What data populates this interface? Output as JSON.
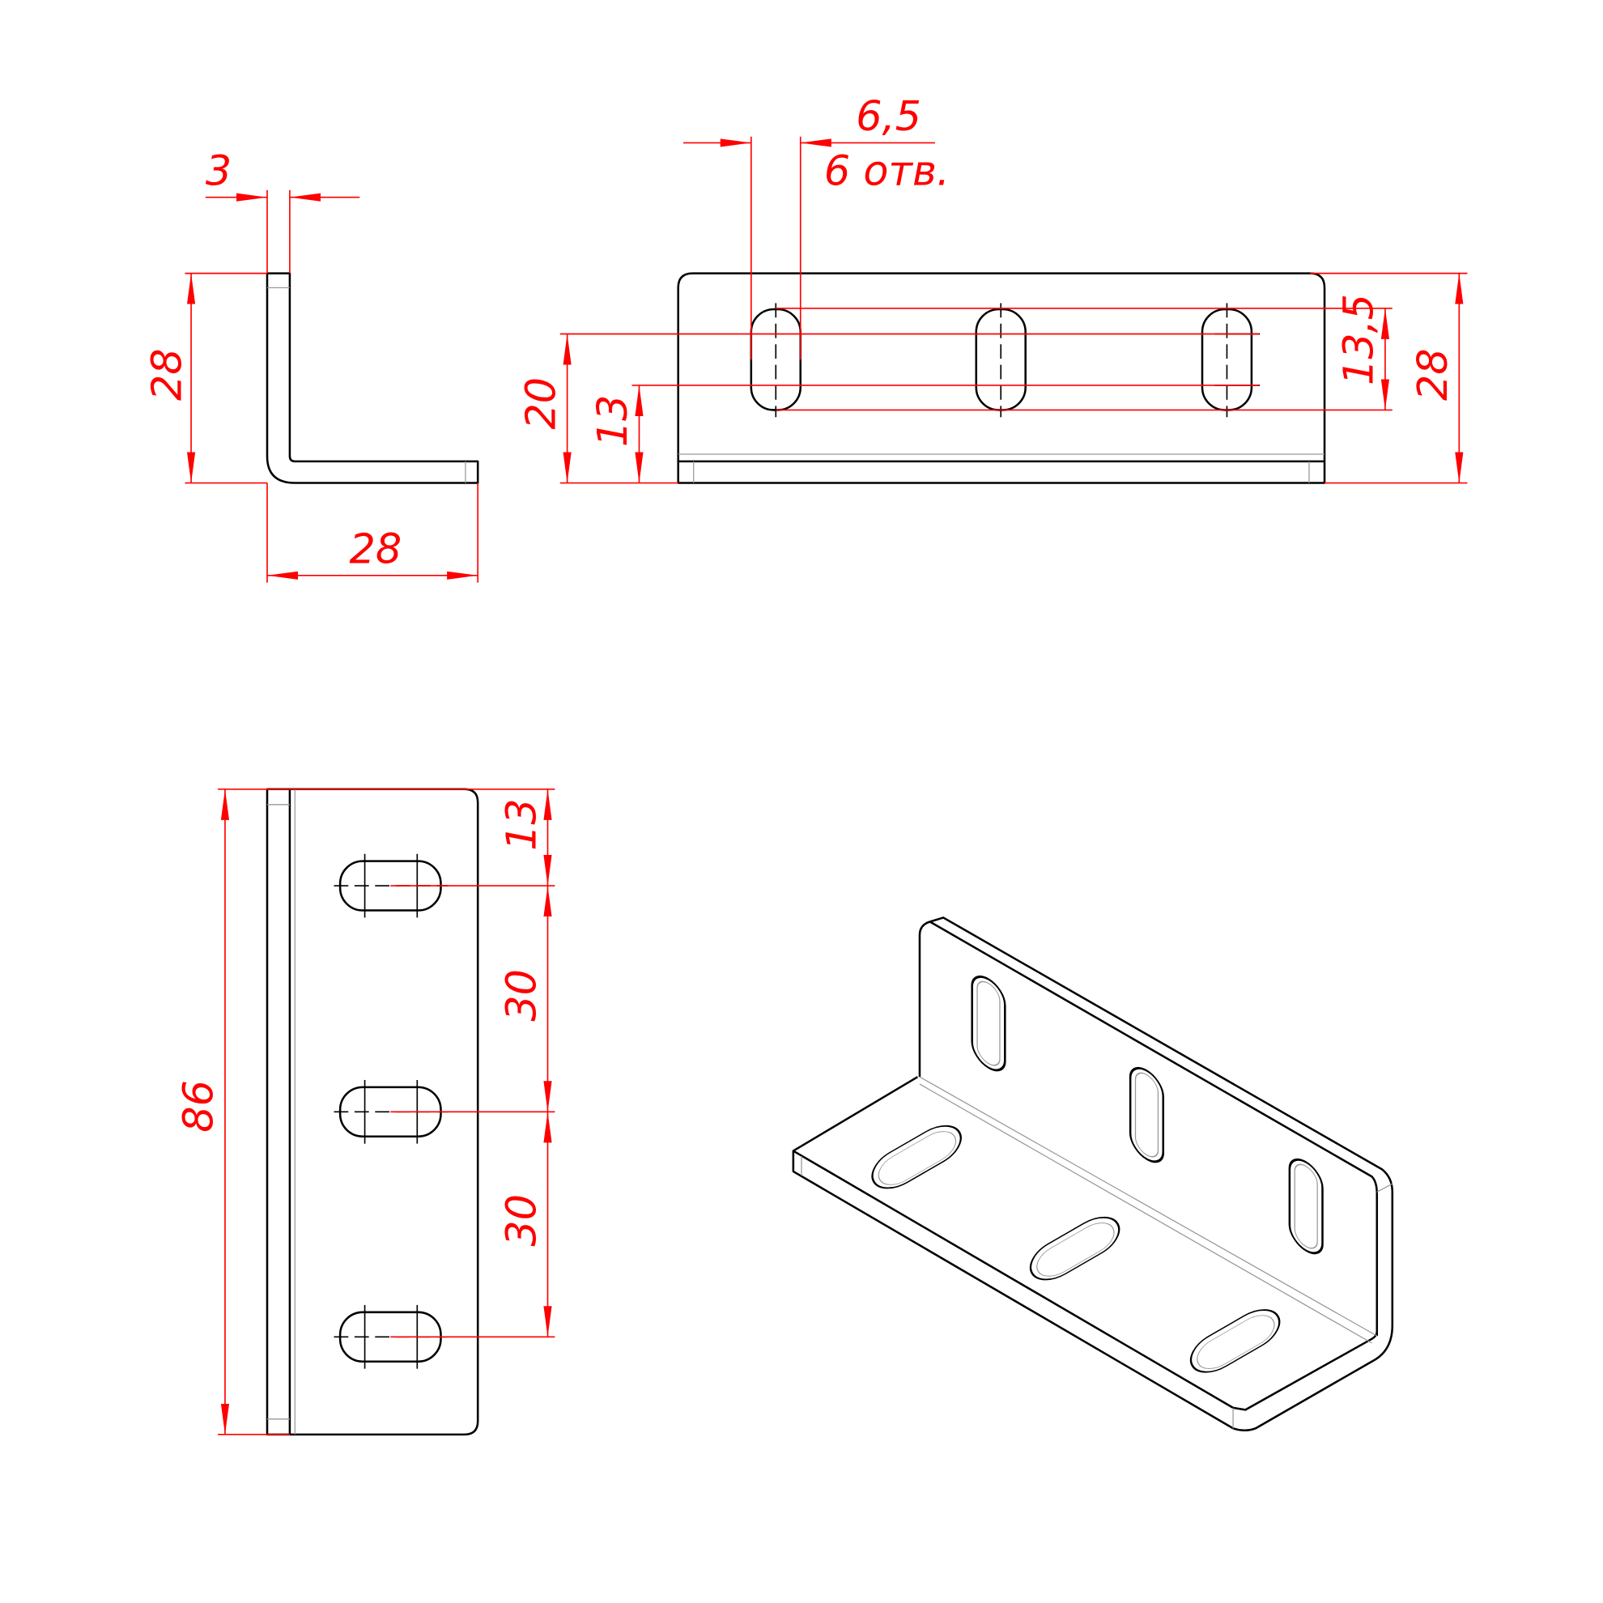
{
  "colors": {
    "outline": "#000000",
    "dimension": "#ff0000"
  },
  "side_view": {
    "thickness": "3",
    "height": "28",
    "width": "28"
  },
  "front_view": {
    "slot_width": "6,5",
    "slot_count": "6 отв.",
    "slot_span": "13,5",
    "upper_center": "20",
    "lower_center": "13",
    "height": "28"
  },
  "top_view": {
    "length": "86",
    "first_offset": "13",
    "pitch_1": "30",
    "pitch_2": "30"
  }
}
